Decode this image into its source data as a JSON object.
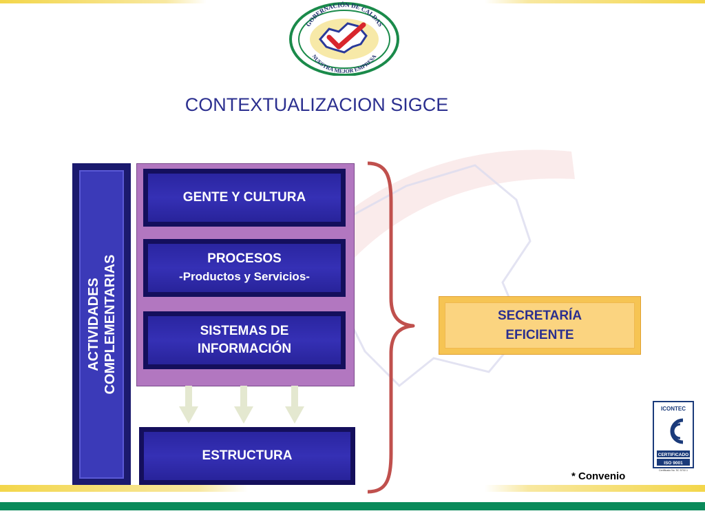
{
  "logo": {
    "ring_top_text": "GOBERNACIÓN DE CALDAS",
    "ring_bottom_text": "NUESTRA MEJOR EMPRESA"
  },
  "title": "CONTEXTUALIZACION SIGCE",
  "actividades": {
    "line1": "ACTIVIDADES",
    "line2": "COMPLEMENTARIAS"
  },
  "boxes": {
    "gente": "GENTE Y CULTURA",
    "procesos_title": "PROCESOS",
    "procesos_sub": "-Productos y Servicios-",
    "sistemas_line1": "SISTEMAS DE",
    "sistemas_line2": "INFORMACIÓN",
    "estructura": "ESTRUCTURA"
  },
  "secretaria": {
    "line1": "SECRETARÍA",
    "line2": "EFICIENTE"
  },
  "certification": {
    "brand": "ICONTEC",
    "label": "CERTIFICADO",
    "standard": "ISO 9001",
    "number": "Certificado No. SC 5702-1"
  },
  "footnote": "* Convenio",
  "colors": {
    "title": "#2b2f8f",
    "navy_box": "#140f5c",
    "box_blue": "#3530b5",
    "purple_panel": "#b277c0",
    "brace": "#c0504d",
    "secretaria_fill": "#fbd480",
    "green_band": "#0a8a5a",
    "yellow_band": "#f3d64a"
  }
}
